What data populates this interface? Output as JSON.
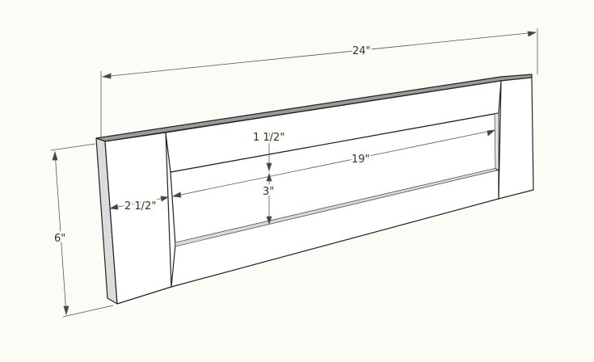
{
  "dimensions": {
    "overall_length": "24\"",
    "overall_height": "6\"",
    "stile_width": "2 1/2\"",
    "rail_width": "1 1/2\"",
    "panel_length": "19\"",
    "panel_height": "3\""
  },
  "colors": {
    "background": "#fcfbf6",
    "face": "#ffffff",
    "edge": "#9a9a9a",
    "side": "#dcdcdc",
    "line": "#222222"
  }
}
